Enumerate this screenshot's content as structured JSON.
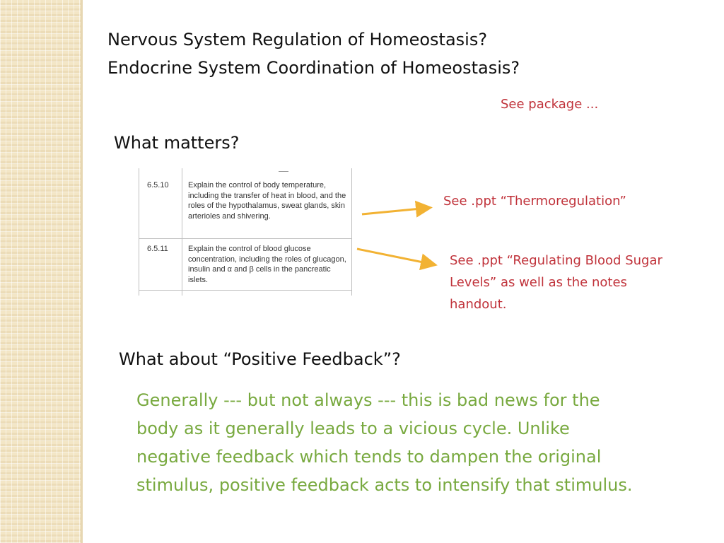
{
  "slide": {
    "title_line1": "Nervous System Regulation of Homeostasis?",
    "title_line2": "Endocrine System Coordination of Homeostasis?",
    "see_package": "See package ...",
    "what_matters": "What matters?",
    "table": {
      "rows": [
        {
          "code": "6.5.10",
          "text": "Explain the control of body temperature, including the transfer of heat in blood, and the roles of the hypothalamus, sweat glands, skin arterioles and shivering."
        },
        {
          "code": "6.5.11",
          "text": "Explain the control of blood glucose concentration, including the roles of glucagon, insulin and α and β cells in the pancreatic islets."
        }
      ]
    },
    "note_thermo": "See .ppt “Thermoregulation”",
    "note_sugar_line1": "See .ppt “Regulating Blood Sugar",
    "note_sugar_line2": "Levels” as well as the notes",
    "note_sugar_line3": "handout.",
    "positive_heading": "What about “Positive Feedback”?",
    "positive_line1": "Generally --- but not always --- this is bad news for the",
    "positive_line2": "body as it generally leads to a vicious cycle.  Unlike",
    "positive_line3": "negative feedback which tends to dampen the original",
    "positive_line4": "stimulus, positive feedback acts to intensify that stimulus."
  },
  "colors": {
    "red_note": "#c0323a",
    "green_text": "#78a93f",
    "arrow": "#f2b233",
    "strip": "#f3e6c6"
  }
}
